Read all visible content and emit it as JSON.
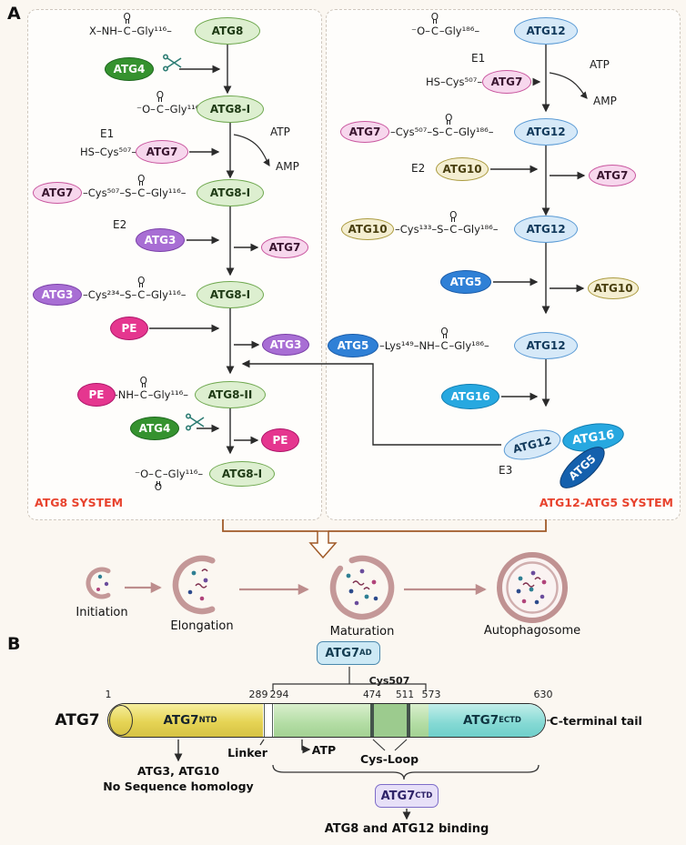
{
  "colors": {
    "system_label_red": "#e8432e",
    "membrane_pink": "#c49898",
    "ntd_yellow": "#e6d455",
    "ad_green": "#b3dda4",
    "ectd_teal": "#84d9d4",
    "converge_brown": "#a05a28"
  },
  "glyphs": {
    "o": "O",
    "c": "C"
  },
  "proteins": {
    "atg8": "ATG8",
    "atg8i": "ATG8-I",
    "atg8ii": "ATG8-II",
    "atg4": "ATG4",
    "atg7": "ATG7",
    "atg3": "ATG3",
    "pe": "PE",
    "atg12": "ATG12",
    "atg10": "ATG10",
    "atg5": "ATG5",
    "atg16": "ATG16"
  },
  "panelA": {
    "label": "A",
    "left": {
      "system_label": "ATG8 SYSTEM",
      "f1_pre": "X–NH–",
      "f1_post": "–Gly¹¹⁶–",
      "f2_pre": "⁻O–",
      "f2_post": "–Gly¹¹⁶–",
      "e1": "E1",
      "hs_cys": "HS–Cys⁵⁰⁷–",
      "atp": "ATP",
      "amp": "AMP",
      "f3_mid": "–Cys⁵⁰⁷–S–",
      "f3_post": "–Gly¹¹⁶–",
      "e2": "E2",
      "f4_mid": "–Cys²³⁴–S–",
      "f4_post": "–Gly¹¹⁶–",
      "f5_mid": "–NH–",
      "f5_post": "–Gly¹¹⁶–",
      "f6_pre": "⁻O–",
      "f6_post": "–Gly¹¹⁶–"
    },
    "right": {
      "system_label": "ATG12-ATG5 SYSTEM",
      "f1_pre": "⁻O–",
      "f1_post": "–Gly¹⁸⁶–",
      "e1": "E1",
      "hs_cys": "HS–Cys⁵⁰⁷–",
      "atp": "ATP",
      "amp": "AMP",
      "f2_mid": "–Cys⁵⁰⁷–S–",
      "f2_post": "–Gly¹⁸⁶–",
      "e2": "E2",
      "f3_mid": "–Cys¹³³–S–",
      "f3_post": "–Gly¹⁸⁶–",
      "f4_mid": "–Lys¹⁴⁹–NH–",
      "f4_post": "–Gly¹⁸⁶–",
      "e3": "E3"
    },
    "stages": {
      "s1": "Initiation",
      "s2": "Elongation",
      "s3": "Maturation",
      "s4": "Autophagosome"
    }
  },
  "panelB": {
    "label": "B",
    "atg7_label": "ATG7",
    "domains": {
      "ad_base": "ATG7",
      "ad_sup": "AD",
      "ntd_base": "ATG7",
      "ntd_sup": "NTD",
      "ectd_base": "ATG7",
      "ectd_sup": "ECTD",
      "ctd_base": "ATG7",
      "ctd_sup": "CTD"
    },
    "nums": {
      "n1": "1",
      "n289": "289",
      "n294": "294",
      "n474": "474",
      "cys507": "Cys507",
      "n511": "511",
      "n573": "573",
      "n630": "630"
    },
    "cterm_tail": "C-terminal tail",
    "linker": "Linker",
    "atp": "ATP",
    "cys_loop": "Cys-Loop",
    "ntd_note1": "ATG3, ATG10",
    "ntd_note2": "No Sequence homology",
    "ctd_note": "ATG8 and ATG12 binding"
  }
}
